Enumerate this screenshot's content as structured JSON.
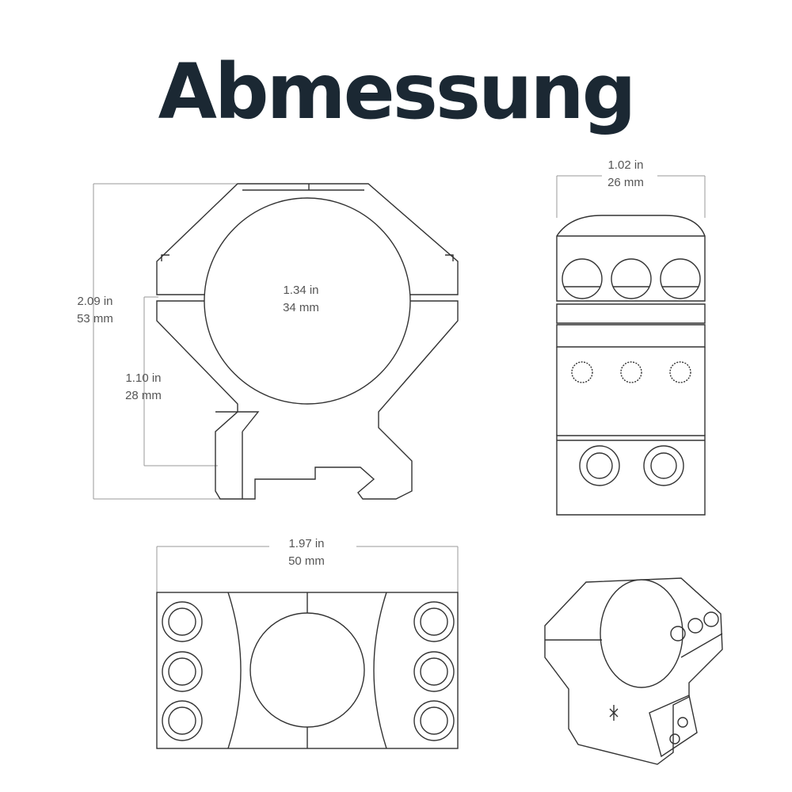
{
  "title": "Abmessung",
  "colors": {
    "title": "#1b2833",
    "line": "#333333",
    "dimension": "#888888"
  },
  "dimensions": {
    "height": {
      "in": "2.09 in",
      "mm": "53 mm"
    },
    "center_height": {
      "in": "1.10 in",
      "mm": "28 mm"
    },
    "ring_diameter": {
      "in": "1.34 in",
      "mm": "34 mm"
    },
    "width": {
      "in": "1.02 in",
      "mm": "26 mm"
    },
    "length": {
      "in": "1.97 in",
      "mm": "50 mm"
    }
  }
}
